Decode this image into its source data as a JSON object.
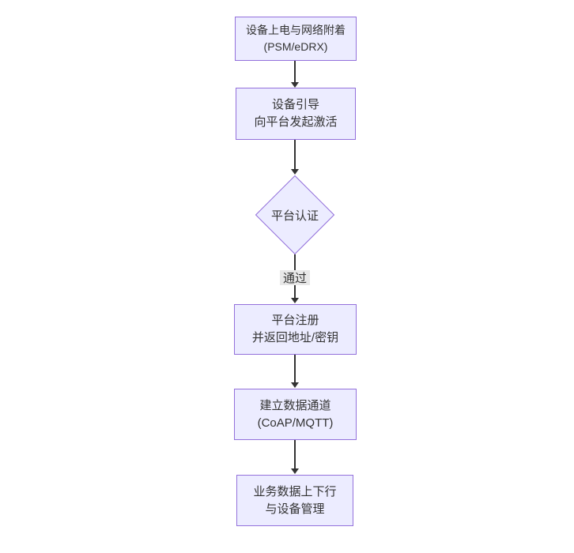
{
  "diagram": {
    "type": "flowchart",
    "direction": "top-down"
  },
  "theme": {
    "background": "#ffffff",
    "node_fill": "#ECECFF",
    "node_border": "#9370DB",
    "arrow_color": "#333333",
    "text_color": "#333333",
    "edge_label_bg": "#e8e8e8"
  },
  "nodes": {
    "power_attach": {
      "line1": "设备上电与网络附着",
      "line2": "(PSM/eDRX)"
    },
    "bootstrap": {
      "line1": "设备引导",
      "line2": "向平台发起激活"
    },
    "platform_auth": {
      "label": "平台认证"
    },
    "platform_register": {
      "line1": "平台注册",
      "line2": "并返回地址/密钥"
    },
    "data_channel": {
      "line1": "建立数据通道",
      "line2": "(CoAP/MQTT)"
    },
    "business_data": {
      "line1": "业务数据上下行",
      "line2": "与设备管理"
    }
  },
  "edges": {
    "auth_to_register_label": "通过"
  }
}
